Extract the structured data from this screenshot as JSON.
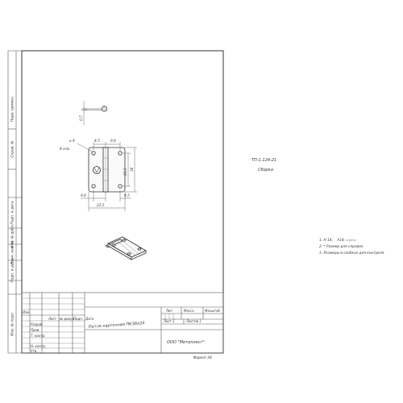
{
  "margin_labels": [
    "Перв. примен.",
    "Справ. №",
    "Подп. и дата",
    "Инв. № дубл.",
    "Взам. инв. №",
    "Подп. и дата",
    "Инв. № подл."
  ],
  "title_block": {
    "revision_headers": [
      "Изм.",
      "Лист",
      "№ докум.",
      "Подп.",
      "Дата"
    ],
    "role_labels": [
      "Разраб.",
      "Пров.",
      "Т. контр.",
      "Н. контр.",
      "Утв."
    ],
    "part_name": "Петля карточная ПК36х24",
    "lit_header": "Лит.",
    "mass_header": "Масса",
    "scale_header": "Масштаб",
    "sheet_label": "Лист 1",
    "sheets_label": "Листов 1",
    "organization": "ООО \"Металлист\"",
    "format": "Формат А4"
  },
  "document": {
    "code": "ТП-1.124-21",
    "type": "Сборка"
  },
  "dimensions": {
    "thickness": "0,7",
    "hole_diameter": "4",
    "hole_count": "4 отв.",
    "top_left": "4,5",
    "top_right": "9,6",
    "inner_height": "25,5",
    "height": "36",
    "bottom_left": "9,6",
    "bottom_right": "4,5",
    "width": "23,5"
  },
  "notes": {
    "note1_prefix": "1. Н 14;",
    "note1_mid": "h14;",
    "note1_frac": "± IT/h 2",
    "note2": "2. * Размер для справок",
    "note3": "3. Размеры в скобках для контроля"
  },
  "colors": {
    "line": "#555555",
    "frame": "#333333",
    "background": "#ffffff"
  }
}
